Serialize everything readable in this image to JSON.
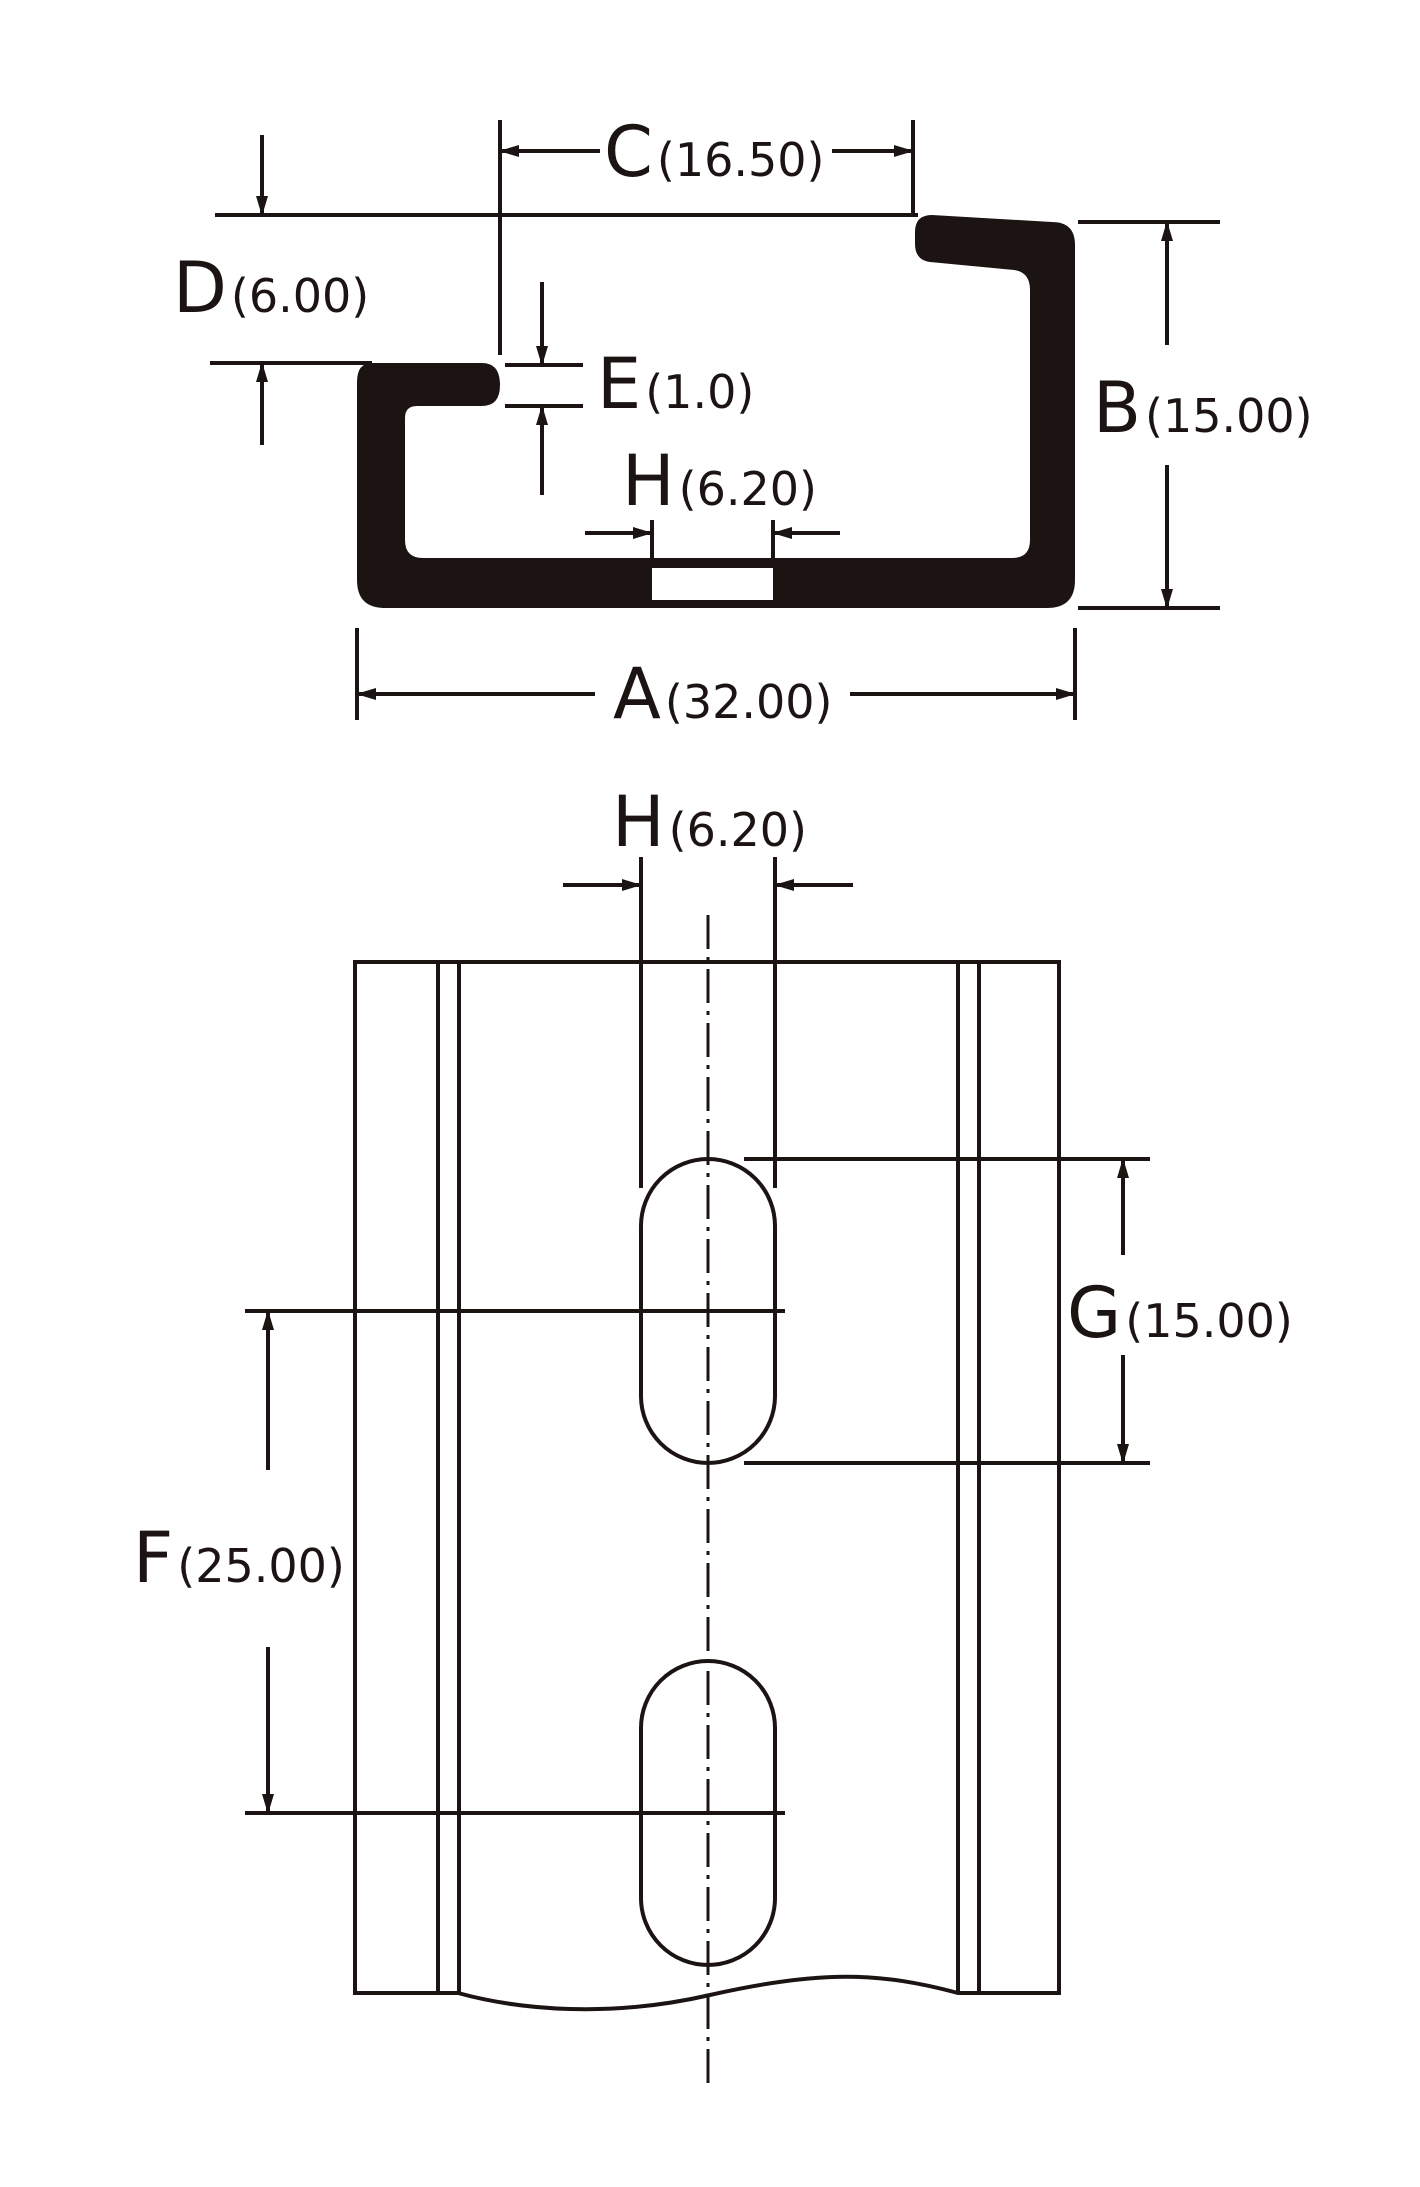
{
  "colors": {
    "ink": "#1c1413",
    "background": "#ffffff"
  },
  "profile_view": {
    "dimensions": {
      "A": {
        "letter": "A",
        "value": "(32.00)"
      },
      "B": {
        "letter": "B",
        "value": "(15.00)"
      },
      "C": {
        "letter": "C",
        "value": "(16.50)"
      },
      "D": {
        "letter": "D",
        "value": "(6.00)"
      },
      "E": {
        "letter": "E",
        "value": "(1.0)"
      },
      "H": {
        "letter": "H",
        "value": "(6.20)"
      }
    }
  },
  "plan_view": {
    "dimensions": {
      "H": {
        "letter": "H",
        "value": "(6.20)"
      },
      "G": {
        "letter": "G",
        "value": "(15.00)"
      },
      "F": {
        "letter": "F",
        "value": "(25.00)"
      }
    }
  }
}
